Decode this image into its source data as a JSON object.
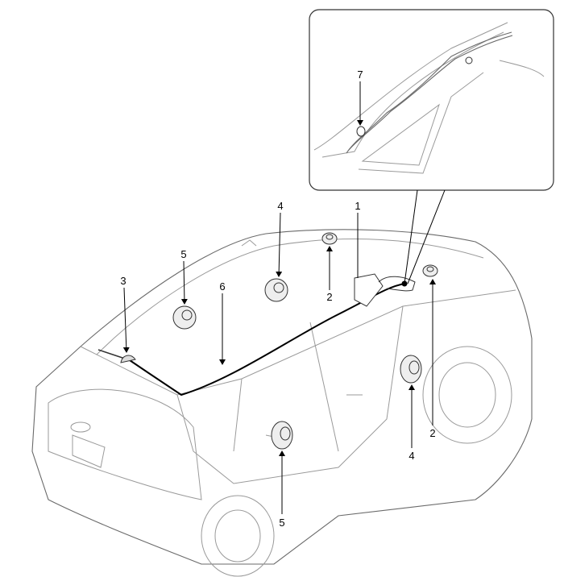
{
  "diagram": {
    "inset": {
      "callouts": [
        {
          "number": "7"
        }
      ]
    },
    "callouts": [
      {
        "number": "1"
      },
      {
        "number": "2"
      },
      {
        "number": "2"
      },
      {
        "number": "3"
      },
      {
        "number": "4"
      },
      {
        "number": "4"
      },
      {
        "number": "5"
      },
      {
        "number": "5"
      },
      {
        "number": "6"
      }
    ]
  }
}
